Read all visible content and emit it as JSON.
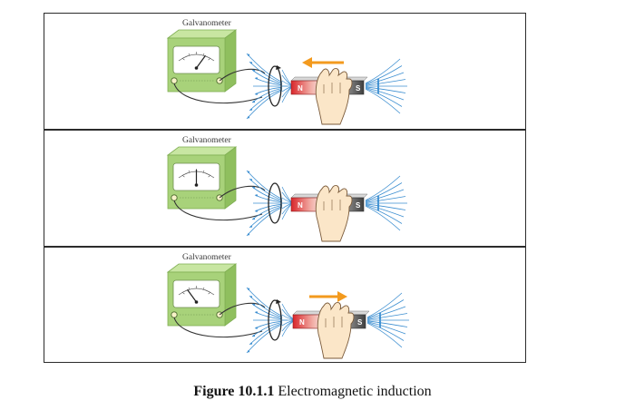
{
  "panels": [
    {
      "title": "Galvanometer",
      "north_label": "N",
      "south_label": "S",
      "magnet_motion": "toward-coil",
      "needle": "deflected-right",
      "arrow": "left"
    },
    {
      "title": "Galvanometer",
      "north_label": "N",
      "south_label": "S",
      "magnet_motion": "stationary",
      "needle": "center",
      "arrow": "none"
    },
    {
      "title": "Galvanometer",
      "north_label": "N",
      "south_label": "S",
      "magnet_motion": "away-from-coil",
      "needle": "deflected-left",
      "arrow": "right"
    }
  ],
  "caption": {
    "number": "Figure 10.1.1",
    "text": "Electromagnetic induction"
  },
  "colors": {
    "galvanometer_body": "#a8d27a",
    "galvanometer_face": "#ffffff",
    "north_pole": "#d9262b",
    "south_pole": "#3f3f3f",
    "field_lines": "#3d8fd1",
    "motion_arrow": "#f39a1e",
    "hand": "#fbe6c8"
  }
}
